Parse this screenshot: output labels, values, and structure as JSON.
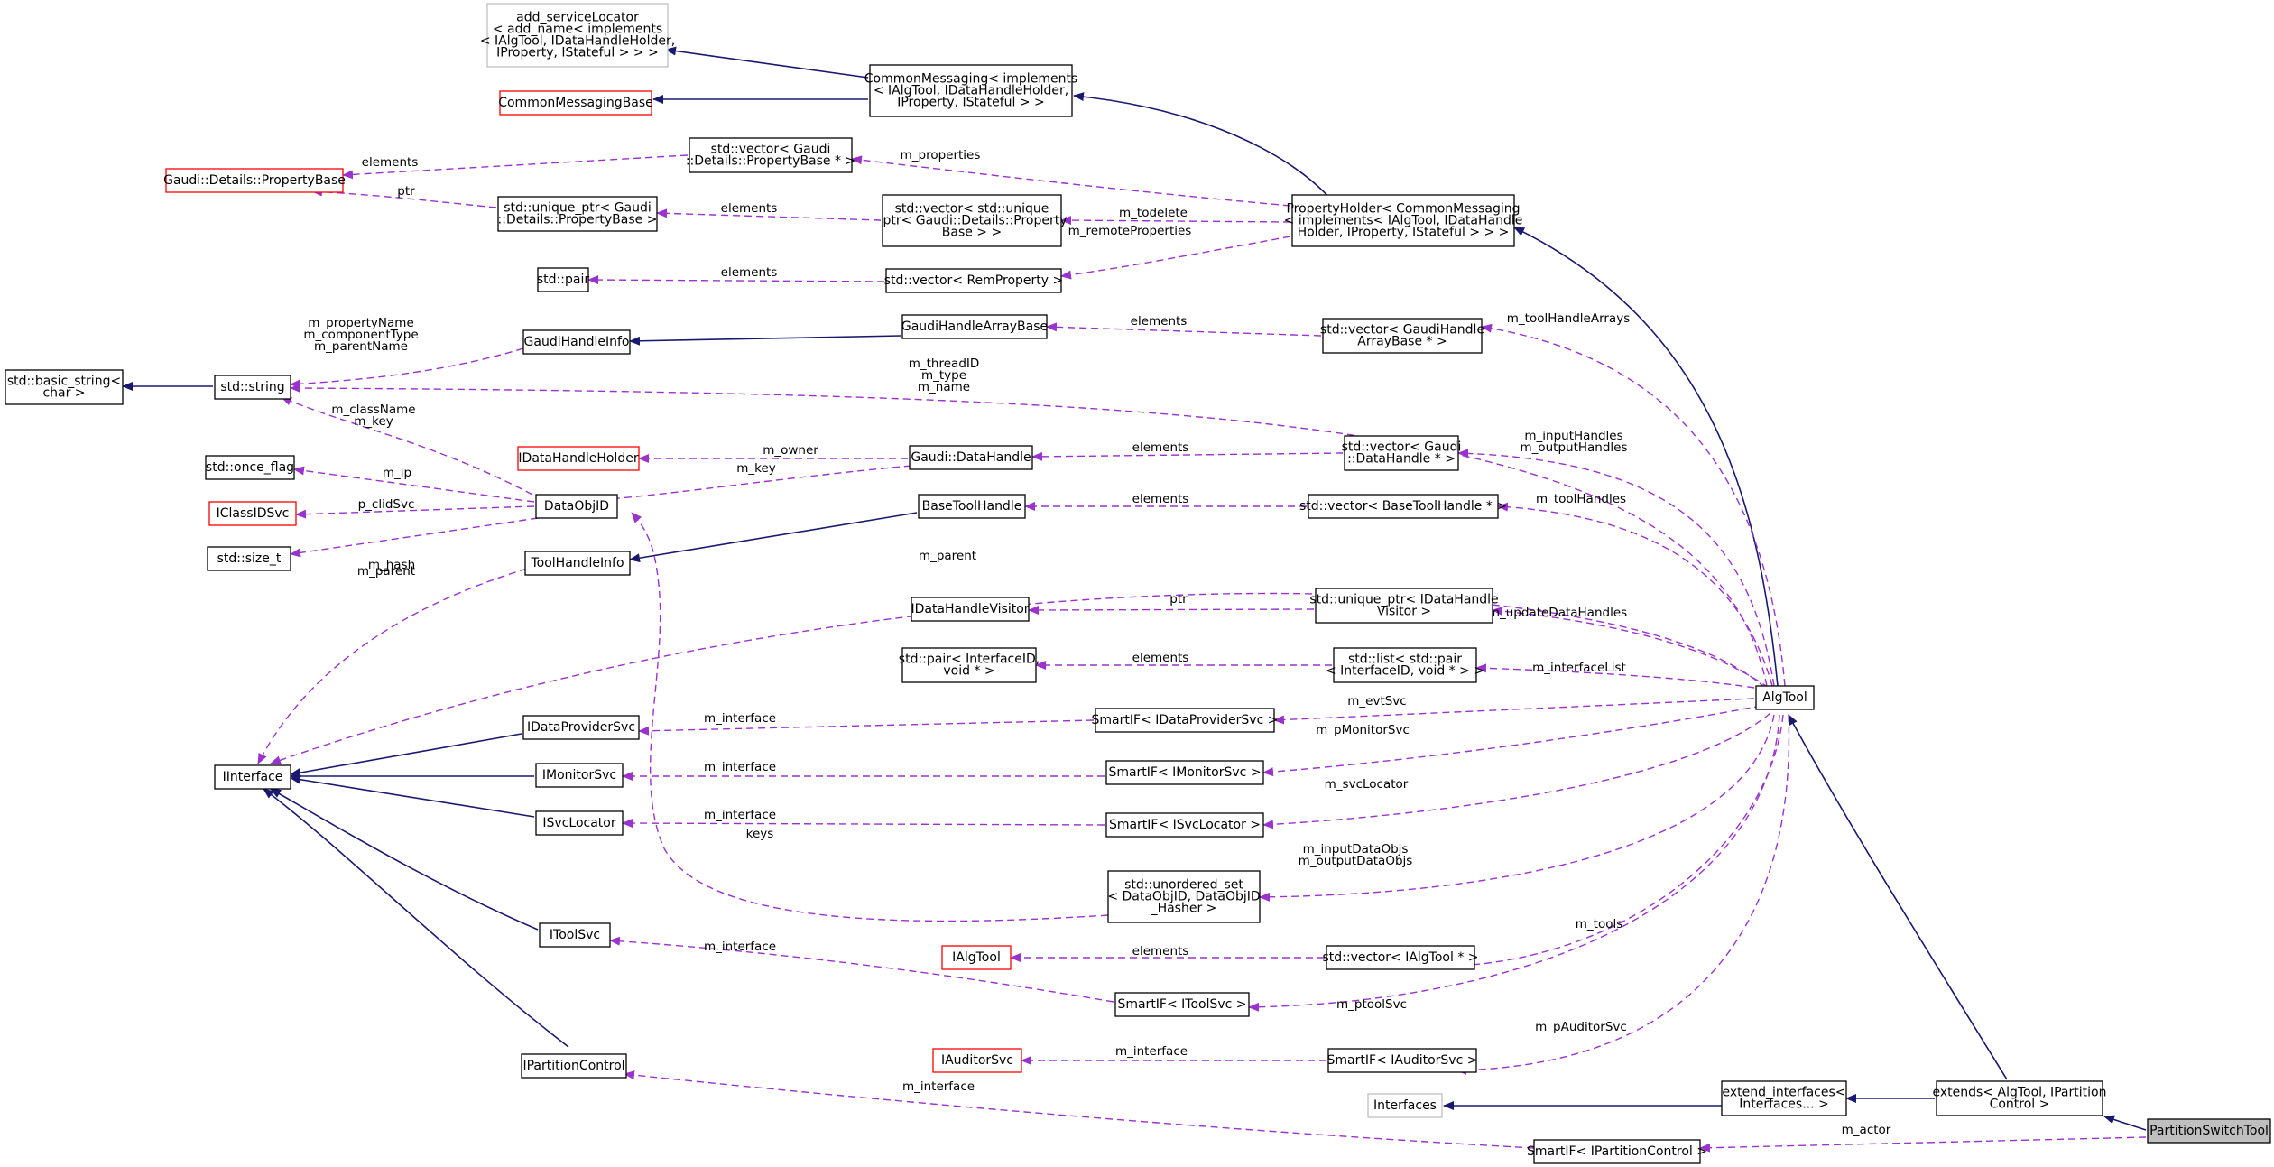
{
  "colors": {
    "inheritance_edge": "#191970",
    "usage_edge": "#9a32cd",
    "undocumented_border": "#ff0000",
    "external_border": "#bfbfbf",
    "current_fill": "#bfbfbf"
  },
  "nodes": {
    "PartitionSwitchTool": [
      "PartitionSwitchTool"
    ],
    "extends_AlgTool": [
      "extends< AlgTool, IPartition",
      "Control >"
    ],
    "extend_interfaces": [
      "extend_interfaces<",
      "Interfaces... >"
    ],
    "Interfaces": [
      "Interfaces"
    ],
    "AlgTool": [
      "AlgTool"
    ],
    "PropertyHolder": [
      "PropertyHolder< CommonMessaging",
      "< implements< IAlgTool, IDataHandle",
      "Holder, IProperty, IStateful > > >"
    ],
    "CommonMessaging": [
      "CommonMessaging< implements",
      "< IAlgTool, IDataHandleHolder,",
      "IProperty, IStateful > >"
    ],
    "add_serviceLocator": [
      "add_serviceLocator",
      "< add_name< implements",
      "< IAlgTool, IDataHandleHolder,",
      "IProperty, IStateful > > >"
    ],
    "CommonMessagingBase": [
      "CommonMessagingBase"
    ],
    "vec_PropertyBase": [
      "std::vector< Gaudi",
      "::Details::PropertyBase * >"
    ],
    "PropertyBase": [
      "Gaudi::Details::PropertyBase"
    ],
    "unique_PropertyBase": [
      "std::unique_ptr< Gaudi",
      "::Details::PropertyBase >"
    ],
    "vec_unique_PropertyBase": [
      "std::vector< std::unique",
      "_ptr< Gaudi::Details::Property",
      "Base > >"
    ],
    "std_pair": [
      "std::pair"
    ],
    "vec_RemProperty": [
      "std::vector< RemProperty >"
    ],
    "GaudiHandleArrayBase": [
      "GaudiHandleArrayBase"
    ],
    "vec_GaudiHandleArrayBase": [
      "std::vector< GaudiHandle",
      "ArrayBase * >"
    ],
    "GaudiHandleInfo": [
      "GaudiHandleInfo"
    ],
    "basic_string": [
      "std::basic_string<",
      "char >"
    ],
    "std_string": [
      "std::string"
    ],
    "once_flag": [
      "std::once_flag"
    ],
    "IDataHandleHolder": [
      "IDataHandleHolder"
    ],
    "Gaudi_DataHandle": [
      "Gaudi::DataHandle"
    ],
    "vec_DataHandle": [
      "std::vector< Gaudi",
      "::DataHandle * >"
    ],
    "IClassIDSvc": [
      "IClassIDSvc"
    ],
    "DataObjID": [
      "DataObjID"
    ],
    "BaseToolHandle": [
      "BaseToolHandle"
    ],
    "vec_BaseToolHandle": [
      "std::vector< BaseToolHandle * >"
    ],
    "size_t": [
      "std::size_t"
    ],
    "ToolHandleInfo": [
      "ToolHandleInfo"
    ],
    "IDataHandleVisitor": [
      "IDataHandleVisitor"
    ],
    "unique_Visitor": [
      "std::unique_ptr< IDataHandle",
      "Visitor >"
    ],
    "pair_InterfaceID": [
      "std::pair< InterfaceID,",
      "void * >"
    ],
    "list_pair": [
      "std::list< std::pair",
      "< InterfaceID, void * > >"
    ],
    "IDataProviderSvc": [
      "IDataProviderSvc"
    ],
    "SmartIF_DataProvider": [
      "SmartIF< IDataProviderSvc >"
    ],
    "IInterface": [
      "IInterface"
    ],
    "IMonitorSvc": [
      "IMonitorSvc"
    ],
    "SmartIF_Monitor": [
      "SmartIF< IMonitorSvc >"
    ],
    "ISvcLocator": [
      "ISvcLocator"
    ],
    "SmartIF_SvcLocator": [
      "SmartIF< ISvcLocator >"
    ],
    "unordered_set": [
      "std::unordered_set",
      "< DataObjID, DataObjID",
      "_Hasher >"
    ],
    "IToolSvc": [
      "IToolSvc"
    ],
    "IAlgTool": [
      "IAlgTool"
    ],
    "vec_IAlgTool": [
      "std::vector< IAlgTool * >"
    ],
    "SmartIF_ToolSvc": [
      "SmartIF< IToolSvc >"
    ],
    "IAuditorSvc": [
      "IAuditorSvc"
    ],
    "SmartIF_Auditor": [
      "SmartIF< IAuditorSvc >"
    ],
    "IPartitionControl": [
      "IPartitionControl"
    ],
    "SmartIF_Partition": [
      "SmartIF< IPartitionControl >"
    ]
  },
  "edge_labels": {
    "elements_1": [
      "elements"
    ],
    "ptr_1": [
      "ptr"
    ],
    "elements_2": [
      "elements"
    ],
    "m_properties": [
      "m_properties"
    ],
    "m_todelete": [
      "m_todelete"
    ],
    "m_remoteProperties": [
      "m_remoteProperties"
    ],
    "elements_3": [
      "elements"
    ],
    "elements_4": [
      "elements"
    ],
    "m_toolHandleArrays": [
      "m_toolHandleArrays"
    ],
    "string_members": [
      "m_propertyName",
      "m_componentType",
      "m_parentName"
    ],
    "algtool_strings": [
      "m_threadID",
      "m_type",
      "m_name"
    ],
    "classname_key": [
      "m_className",
      "m_key"
    ],
    "m_owner": [
      "m_owner"
    ],
    "m_key": [
      "m_key"
    ],
    "elements_5": [
      "elements"
    ],
    "io_handles": [
      "m_inputHandles",
      "m_outputHandles"
    ],
    "m_ip": [
      "m_ip"
    ],
    "p_clidSvc": [
      "p_clidSvc"
    ],
    "m_hash": [
      "m_hash"
    ],
    "elements_6": [
      "elements"
    ],
    "m_toolHandles": [
      "m_toolHandles"
    ],
    "m_parent_1": [
      "m_parent"
    ],
    "m_parent_2": [
      "m_parent"
    ],
    "ptr_2": [
      "ptr"
    ],
    "m_updateDataHandles": [
      "m_updateDataHandles"
    ],
    "elements_7": [
      "elements"
    ],
    "m_interfaceList": [
      "m_interfaceList"
    ],
    "m_interface_1": [
      "m_interface"
    ],
    "m_evtSvc": [
      "m_evtSvc"
    ],
    "m_interface_2": [
      "m_interface"
    ],
    "m_pMonitorSvc": [
      "m_pMonitorSvc"
    ],
    "m_interface_3": [
      "m_interface"
    ],
    "keys": [
      "keys"
    ],
    "m_svcLocator": [
      "m_svcLocator"
    ],
    "data_objs": [
      "m_inputDataObjs",
      "m_outputDataObjs"
    ],
    "m_interface_4": [
      "m_interface"
    ],
    "elements_8": [
      "elements"
    ],
    "m_tools": [
      "m_tools"
    ],
    "m_ptoolSvc": [
      "m_ptoolSvc"
    ],
    "m_interface_5": [
      "m_interface"
    ],
    "m_pAuditorSvc": [
      "m_pAuditorSvc"
    ],
    "m_interface_6": [
      "m_interface"
    ],
    "m_actor": [
      "m_actor"
    ]
  }
}
